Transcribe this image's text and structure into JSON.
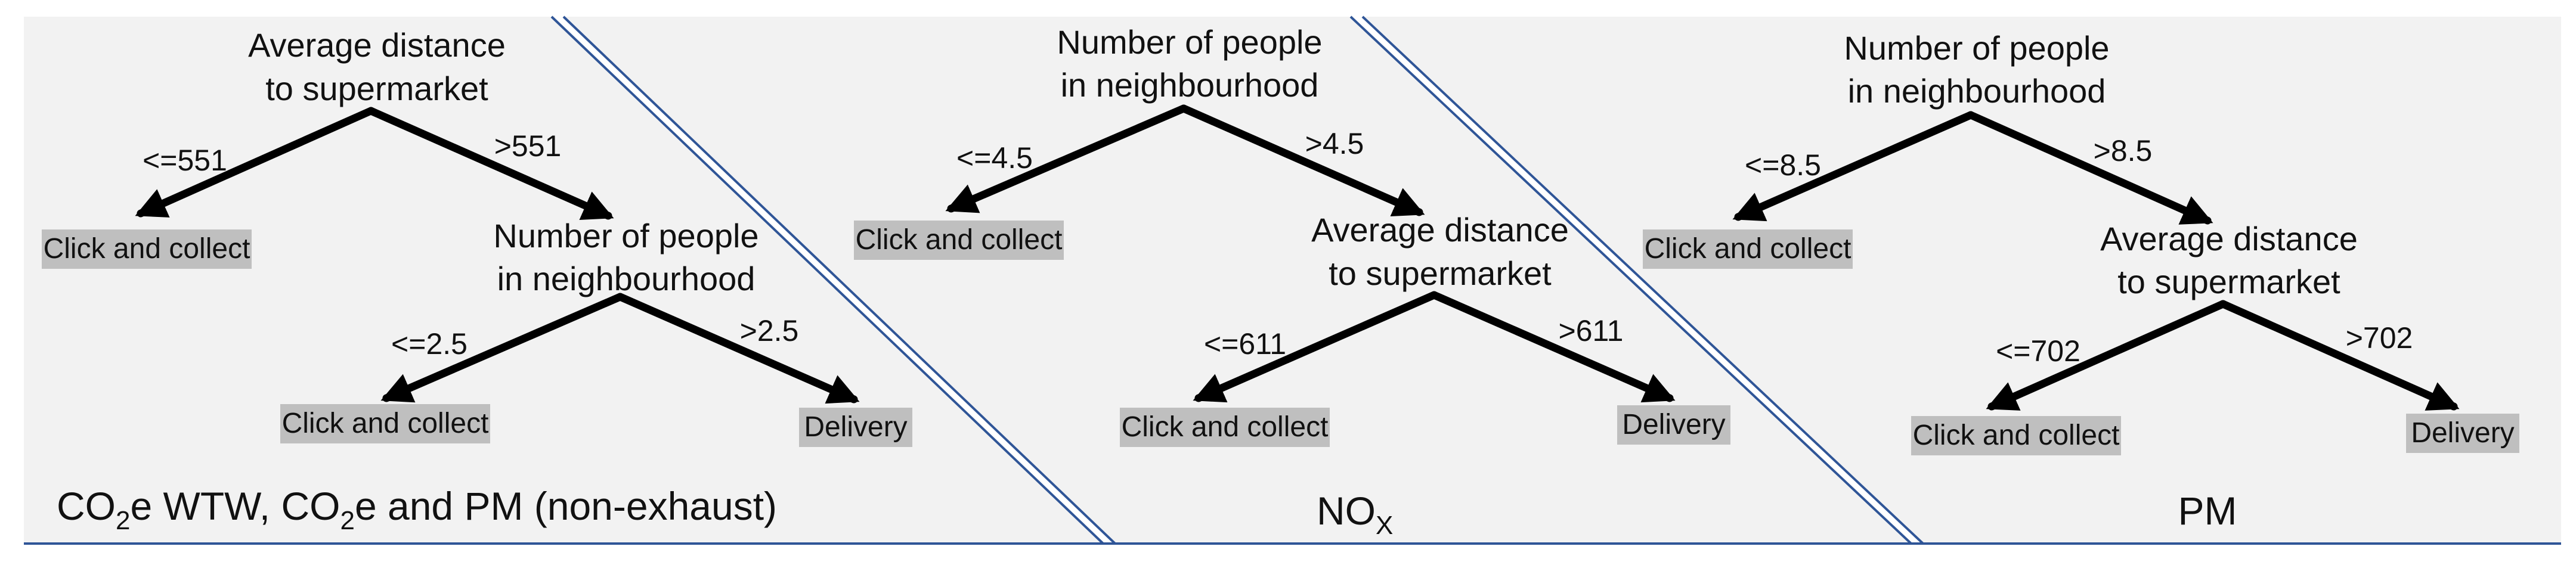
{
  "colors": {
    "panel_bg": "#f2f2f2",
    "divider": "#2f5597",
    "leaf_bg": "#bfbfbf",
    "arrow": "#000000",
    "text": "#111111"
  },
  "trees": [
    {
      "root": {
        "line1": "Average distance",
        "line2": "to supermarket"
      },
      "left_edge": "<=551",
      "right_edge": ">551",
      "left_leaf": "Click and collect",
      "child": {
        "line1": "Number of people",
        "line2": "in neighbourhood"
      },
      "child_left_edge": "<=2.5",
      "child_right_edge": ">2.5",
      "child_left_leaf": "Click and collect",
      "child_right_leaf": "Delivery",
      "title": {
        "p1": "CO",
        "s1": "2",
        "p2": "e WTW, CO",
        "s2": "2",
        "p3": "e and PM (non-exhaust)"
      }
    },
    {
      "root": {
        "line1": "Number of people",
        "line2": "in neighbourhood"
      },
      "left_edge": "<=4.5",
      "right_edge": ">4.5",
      "left_leaf": "Click and collect",
      "child": {
        "line1": "Average distance",
        "line2": "to supermarket"
      },
      "child_left_edge": "<=611",
      "child_right_edge": ">611",
      "child_left_leaf": "Click and collect",
      "child_right_leaf": "Delivery",
      "title": {
        "p1": "NO",
        "s1": "X"
      }
    },
    {
      "root": {
        "line1": "Number of people",
        "line2": "in neighbourhood"
      },
      "left_edge": "<=8.5",
      "right_edge": ">8.5",
      "left_leaf": "Click and collect",
      "child": {
        "line1": "Average distance",
        "line2": "to supermarket"
      },
      "child_left_edge": "<=702",
      "child_right_edge": ">702",
      "child_left_leaf": "Click and collect",
      "child_right_leaf": "Delivery",
      "title": {
        "p1": "PM"
      }
    }
  ]
}
